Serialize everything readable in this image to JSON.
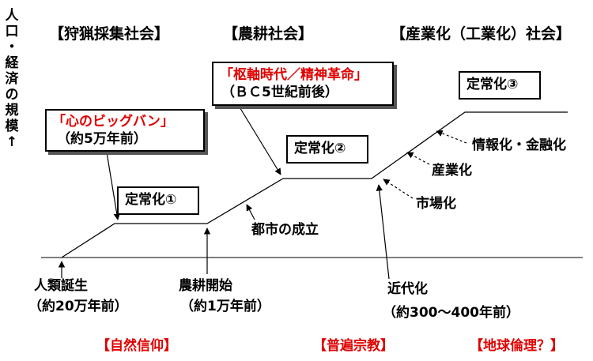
{
  "y_axis_chars": [
    "人",
    "口",
    "・",
    "経",
    "済",
    "の",
    "規",
    "模",
    "↑"
  ],
  "headers": {
    "hunting": "【狩猟採集社会】",
    "agriculture": "【農耕社会】",
    "industrial": "【産業化（工業化）社会】"
  },
  "boxes": {
    "big_bang_title": "「心のビッグバン」",
    "big_bang_date": "（約5万年前）",
    "axial_title": "「枢軸時代／精神革命」",
    "axial_date": "（ＢＣ5世紀前後）",
    "steady1": "定常化①",
    "steady2": "定常化②",
    "steady3": "定常化③"
  },
  "labels": {
    "city": "都市の成立",
    "info_finance": "情報化・金融化",
    "industrialization": "産業化",
    "marketization": "市場化"
  },
  "timeline": {
    "human_birth": "人類誕生",
    "human_birth_date": "（約20万年前）",
    "farming_start": "農耕開始",
    "farming_start_date": "（約1万年前）",
    "modernization": "近代化",
    "modernization_date": "（約300～400年前）"
  },
  "religions": {
    "natural": "【自然信仰】",
    "universal": "【普遍宗教】",
    "global_ethics": "【地球倫理？】"
  },
  "colors": {
    "accent_red": "#e00000"
  }
}
